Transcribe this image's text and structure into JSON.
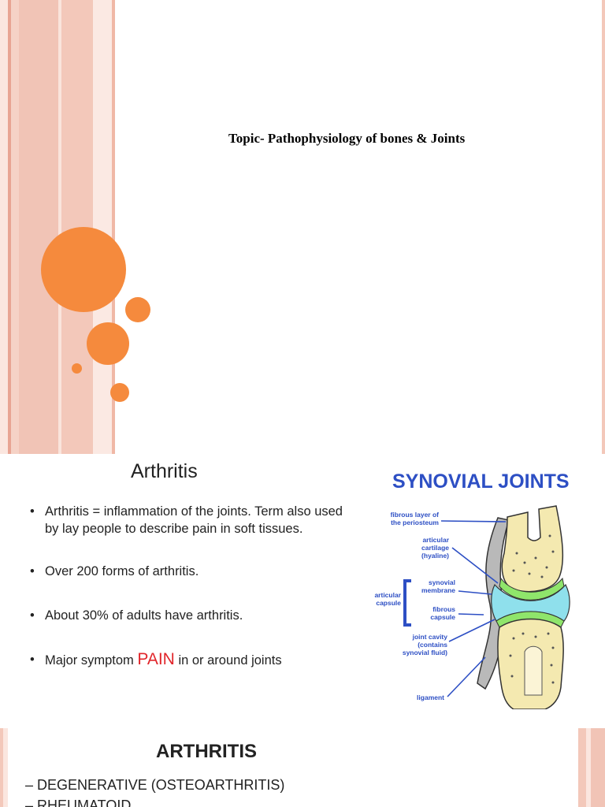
{
  "slide1": {
    "title": "Topic- Pathophysiology of bones & Joints"
  },
  "slide2": {
    "title": "Arthritis",
    "bullets": {
      "b1": "Arthritis = inflammation of the joints. Term also used by lay people to describe pain in soft tissues.",
      "b2": "Over 200 forms of arthritis.",
      "b3": "About 30% of adults have arthritis.",
      "b4_before": "Major symptom",
      "b4_highlight": "PAIN",
      "b4_after": "in or around joints"
    },
    "highlight_color": "#e1252a",
    "diagram": {
      "title": "SYNOVIAL JOINTS",
      "title_color": "#2d4fc4",
      "labels": {
        "fibrous_layer_1": "fibrous layer of",
        "fibrous_layer_2": "the periosteum",
        "articular_cartilage_1": "articular",
        "articular_cartilage_2": "cartilage",
        "articular_cartilage_3": "(hyaline)",
        "articular_capsule_1": "articular",
        "articular_capsule_2": "capsule",
        "synovial_membrane_1": "synovial",
        "synovial_membrane_2": "membrane",
        "fibrous_capsule_1": "fibrous",
        "fibrous_capsule_2": "capsule",
        "joint_cavity_1": "joint cavity",
        "joint_cavity_2": "(contains",
        "joint_cavity_3": "synovial fluid)",
        "ligament": "ligament"
      }
    }
  },
  "slide3": {
    "title": "ARTHRITIS",
    "items": [
      "– DEGENERATIVE (OSTEOARTHRITIS)",
      "– RHEUMATOID"
    ]
  },
  "theme": {
    "accent": "#f58a3d",
    "stripe_light": "#f7d7cc",
    "stripe_dark": "#e8a493"
  }
}
